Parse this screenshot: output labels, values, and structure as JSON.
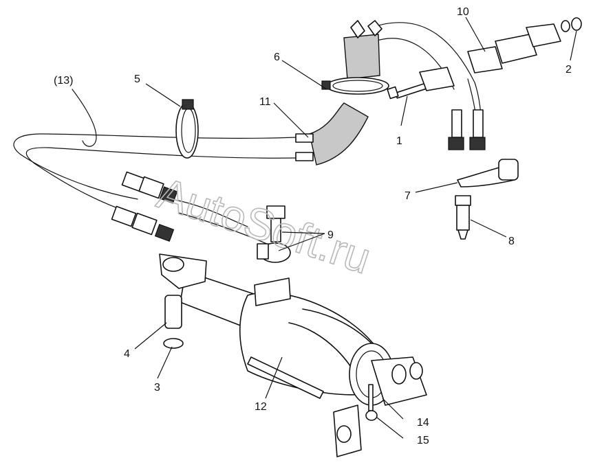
{
  "watermark": "AutoSoft.ru",
  "callouts": {
    "c1": "1",
    "c2": "2",
    "c3": "3",
    "c4": "4",
    "c5": "5",
    "c6": "6",
    "c7": "7",
    "c8": "8",
    "c9": "9",
    "c10": "10",
    "c11": "11",
    "c12": "12",
    "c13": "(13)",
    "c14": "14",
    "c15": "15"
  }
}
